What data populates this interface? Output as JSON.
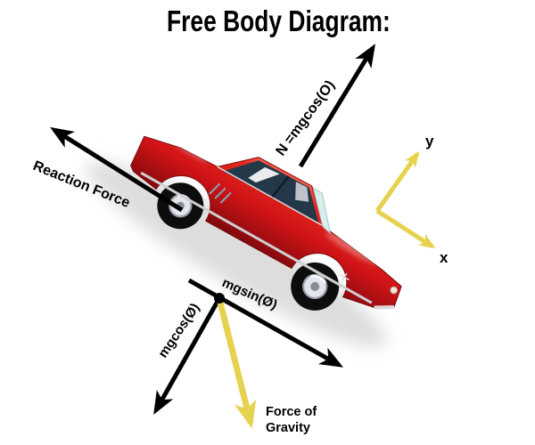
{
  "title": "Free Body Diagram:",
  "diagram": {
    "forces": {
      "normal": {
        "label": "N =mgcos(O)"
      },
      "reaction": {
        "label": "Reaction Force"
      },
      "gravity": {
        "label_line1": "Force of",
        "label_line2": "Gravity"
      },
      "parallel_component": {
        "label": "mgsin(Ø)"
      },
      "perpendicular_component": {
        "label": "mgcos(Ø)"
      }
    },
    "axes": {
      "x_label": "x",
      "y_label": "y"
    },
    "colors": {
      "arrow_black": "#000000",
      "arrow_yellow": "#E6D24E",
      "car_red": "#D21418",
      "background": "#FFFFFF"
    }
  }
}
